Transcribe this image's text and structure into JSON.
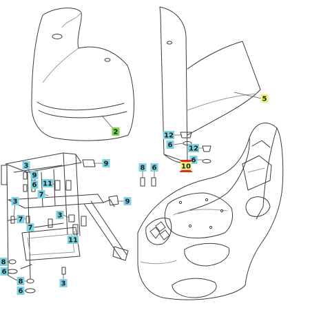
{
  "colors": {
    "line": "#3a3a3a",
    "light_line": "#9a9a9a",
    "label_cyan": "#7fd3e0",
    "label_yellow": "#f2ee72",
    "label_green": "#78d44a",
    "label_red": "#e82626",
    "label_text": "#1a1a1a",
    "leader": "#555555"
  },
  "callouts": [
    {
      "id": "c-2",
      "text": "2",
      "style": "green"
    },
    {
      "id": "c-5",
      "text": "5",
      "style": "yellow"
    },
    {
      "id": "c-9a",
      "text": "9",
      "style": "cyan"
    },
    {
      "id": "c-9b",
      "text": "9",
      "style": "cyan"
    },
    {
      "id": "c-12a",
      "text": "12",
      "style": "cyan"
    },
    {
      "id": "c-6a",
      "text": "6",
      "style": "cyan"
    },
    {
      "id": "c-12b",
      "text": "12",
      "style": "cyan"
    },
    {
      "id": "c-6b",
      "text": "6",
      "style": "cyan"
    },
    {
      "id": "c-10",
      "text": "10",
      "style": "red"
    },
    {
      "id": "c-8a",
      "text": "8",
      "style": "cyan"
    },
    {
      "id": "c-6c",
      "text": "6",
      "style": "cyan"
    },
    {
      "id": "c-3a",
      "text": "3",
      "style": "cyan"
    },
    {
      "id": "c-9c",
      "text": "9",
      "style": "cyan"
    },
    {
      "id": "c-6d",
      "text": "6",
      "style": "cyan"
    },
    {
      "id": "c-11a",
      "text": "11",
      "style": "cyan"
    },
    {
      "id": "c-7a",
      "text": "7",
      "style": "cyan"
    },
    {
      "id": "c-3b",
      "text": "3",
      "style": "cyan"
    },
    {
      "id": "c-3c",
      "text": "3",
      "style": "cyan"
    },
    {
      "id": "c-7b",
      "text": "7",
      "style": "cyan"
    },
    {
      "id": "c-7c",
      "text": "7",
      "style": "cyan"
    },
    {
      "id": "c-11b",
      "text": "11",
      "style": "cyan"
    },
    {
      "id": "c-8b",
      "text": "8",
      "style": "cyan"
    },
    {
      "id": "c-6e",
      "text": "6",
      "style": "cyan"
    },
    {
      "id": "c-8c",
      "text": "8",
      "style": "cyan"
    },
    {
      "id": "c-6f",
      "text": "6",
      "style": "cyan"
    },
    {
      "id": "c-3d",
      "text": "3",
      "style": "cyan"
    }
  ]
}
